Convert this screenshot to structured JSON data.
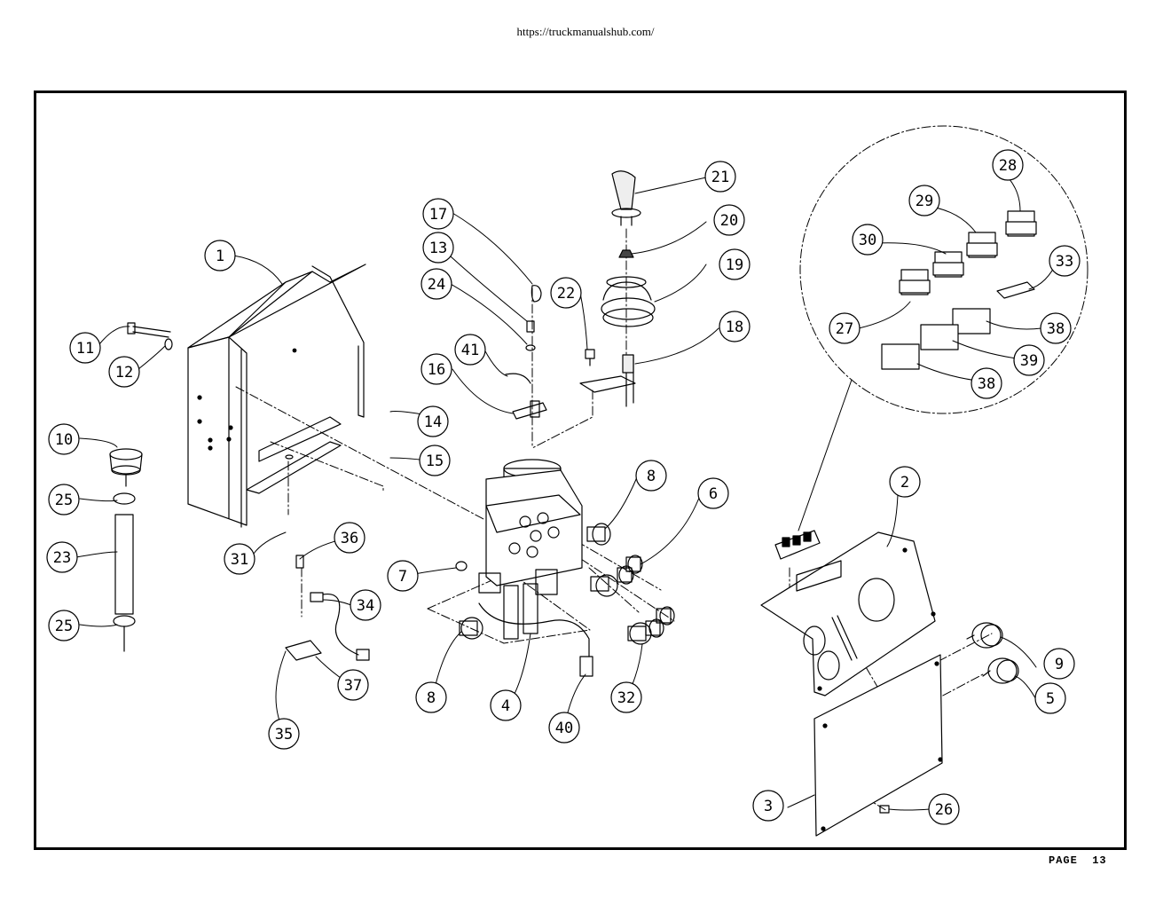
{
  "header": {
    "url": "https://truckmanualshub.com/"
  },
  "footer": {
    "page_label": "PAGE",
    "page_number": "13"
  },
  "callouts": [
    {
      "id": "c1",
      "label": "1"
    },
    {
      "id": "c2",
      "label": "2"
    },
    {
      "id": "c3",
      "label": "3"
    },
    {
      "id": "c4",
      "label": "4"
    },
    {
      "id": "c5",
      "label": "5"
    },
    {
      "id": "c6",
      "label": "6"
    },
    {
      "id": "c7",
      "label": "7"
    },
    {
      "id": "c8a",
      "label": "8"
    },
    {
      "id": "c8b",
      "label": "8"
    },
    {
      "id": "c9",
      "label": "9"
    },
    {
      "id": "c10",
      "label": "10"
    },
    {
      "id": "c11",
      "label": "11"
    },
    {
      "id": "c12",
      "label": "12"
    },
    {
      "id": "c13",
      "label": "13"
    },
    {
      "id": "c14",
      "label": "14"
    },
    {
      "id": "c15",
      "label": "15"
    },
    {
      "id": "c16",
      "label": "16"
    },
    {
      "id": "c17",
      "label": "17"
    },
    {
      "id": "c18",
      "label": "18"
    },
    {
      "id": "c19",
      "label": "19"
    },
    {
      "id": "c20",
      "label": "20"
    },
    {
      "id": "c21",
      "label": "21"
    },
    {
      "id": "c22",
      "label": "22"
    },
    {
      "id": "c23",
      "label": "23"
    },
    {
      "id": "c24",
      "label": "24"
    },
    {
      "id": "c25a",
      "label": "25"
    },
    {
      "id": "c25b",
      "label": "25"
    },
    {
      "id": "c26",
      "label": "26"
    },
    {
      "id": "c27",
      "label": "27"
    },
    {
      "id": "c28",
      "label": "28"
    },
    {
      "id": "c29",
      "label": "29"
    },
    {
      "id": "c30",
      "label": "30"
    },
    {
      "id": "c31",
      "label": "31"
    },
    {
      "id": "c32",
      "label": "32"
    },
    {
      "id": "c33",
      "label": "33"
    },
    {
      "id": "c34",
      "label": "34"
    },
    {
      "id": "c35",
      "label": "35"
    },
    {
      "id": "c36",
      "label": "36"
    },
    {
      "id": "c37",
      "label": "37"
    },
    {
      "id": "c38a",
      "label": "38"
    },
    {
      "id": "c38b",
      "label": "38"
    },
    {
      "id": "c39",
      "label": "39"
    },
    {
      "id": "c40",
      "label": "40"
    },
    {
      "id": "c41",
      "label": "41"
    }
  ]
}
